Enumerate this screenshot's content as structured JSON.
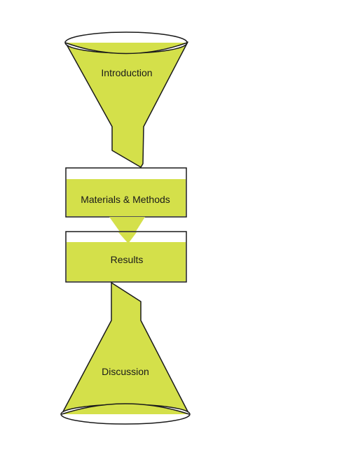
{
  "diagram": {
    "stages": {
      "introduction": "Introduction",
      "materials_methods": "Materials & Methods",
      "results": "Results",
      "discussion": "Discussion"
    }
  },
  "colors": {
    "fill": "#d4e04a",
    "stroke": "#1a1a1a",
    "background": "#ffffff",
    "text": "#1a1a1a"
  }
}
